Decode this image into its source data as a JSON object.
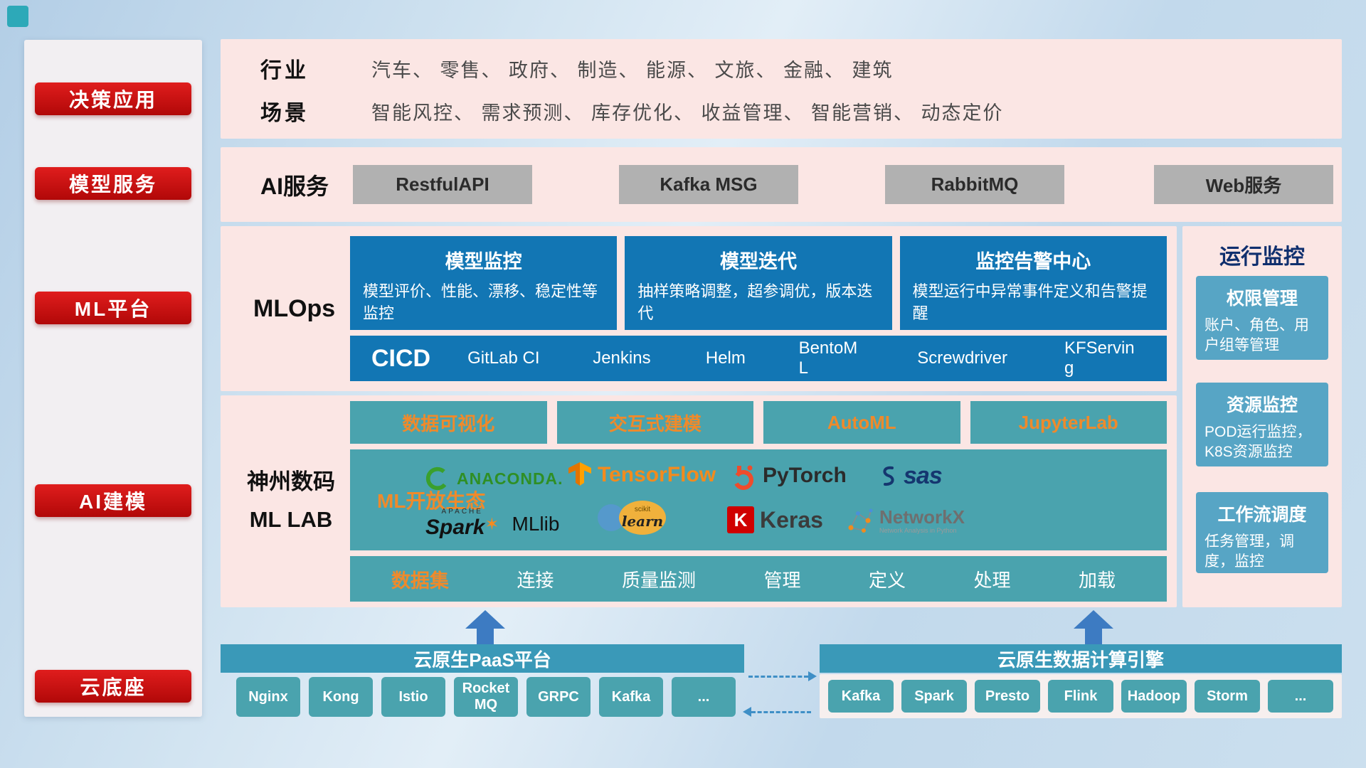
{
  "colors": {
    "accent_red": "#c01212",
    "panel_pink": "#fbe6e4",
    "deep_blue": "#1276b4",
    "teal": "#4aa3ae",
    "bar_teal": "#3a99b8",
    "monitor_card_blue": "#57a5c5",
    "orange_text": "#ef8a2b"
  },
  "sidebar": {
    "items": [
      {
        "label": "决策应用"
      },
      {
        "label": "模型服务"
      },
      {
        "label": "ML平台"
      },
      {
        "label": "AI建模"
      },
      {
        "label": "云底座"
      }
    ]
  },
  "industry": {
    "rows": [
      {
        "label": "行业",
        "value": "汽车、 零售、 政府、 制造、 能源、 文旅、 金融、 建筑"
      },
      {
        "label": "场景",
        "value": "智能风控、 需求预测、 库存优化、 收益管理、 智能营销、 动态定价"
      }
    ]
  },
  "ai_service": {
    "label": "AI服务",
    "buttons": [
      {
        "label": "RestfulAPI"
      },
      {
        "label": "Kafka MSG"
      },
      {
        "label": "RabbitMQ"
      },
      {
        "label": "Web服务"
      }
    ]
  },
  "mlops": {
    "label": "MLOps",
    "cards": [
      {
        "title": "模型监控",
        "desc": "模型评价、性能、漂移、稳定性等监控"
      },
      {
        "title": "模型迭代",
        "desc": "抽样策略调整，超参调优，版本迭代"
      },
      {
        "title": "监控告警中心",
        "desc": "模型运行中异常事件定义和告警提醒"
      }
    ],
    "cicd_label": "CICD",
    "cicd_items": [
      {
        "label": "GitLab CI"
      },
      {
        "label": "Jenkins"
      },
      {
        "label": "Helm"
      },
      {
        "label": "BentoML"
      },
      {
        "label": "Screwdriver"
      },
      {
        "label": "KFServing"
      }
    ]
  },
  "mllab": {
    "label_line1": "神州数码",
    "label_line2": "ML LAB",
    "tools": [
      {
        "label": "数据可视化"
      },
      {
        "label": "交互式建模"
      },
      {
        "label": "AutoML"
      },
      {
        "label": "JupyterLab"
      }
    ],
    "ecosystem_label": "ML开放生态",
    "logos": {
      "anaconda": "ANACONDA.",
      "tensorflow": "TensorFlow",
      "pytorch": "PyTorch",
      "sas": "sas",
      "spark_small": "APACHE",
      "spark": "Spark",
      "spark_star": "✶",
      "mllib": "MLlib",
      "scikit_small": "scikit",
      "scikit": "learn",
      "keras_letter": "K",
      "keras": "Keras",
      "networkx": "NetworkX",
      "networkx_sub": "Network Analysis in Python"
    },
    "dataset_label": "数据集",
    "dataset_items": [
      {
        "label": "连接"
      },
      {
        "label": "质量监测"
      },
      {
        "label": "管理"
      },
      {
        "label": "定义"
      },
      {
        "label": "处理"
      },
      {
        "label": "加载"
      }
    ]
  },
  "monitoring": {
    "title": "运行监控",
    "cards": [
      {
        "title": "权限管理",
        "desc": "账户、角色、用户组等管理"
      },
      {
        "title": "资源监控",
        "desc": "POD运行监控，K8S资源监控"
      },
      {
        "title": "工作流调度",
        "desc": "任务管理，调度，监控"
      }
    ]
  },
  "bottom": {
    "paas": {
      "title": "云原生PaaS平台",
      "items": [
        {
          "label": "Nginx"
        },
        {
          "label": "Kong"
        },
        {
          "label": "Istio"
        },
        {
          "label": "RocketMQ"
        },
        {
          "label": "GRPC"
        },
        {
          "label": "Kafka"
        },
        {
          "label": "..."
        }
      ]
    },
    "engine": {
      "title": "云原生数据计算引擎",
      "items": [
        {
          "label": "Kafka"
        },
        {
          "label": "Spark"
        },
        {
          "label": "Presto"
        },
        {
          "label": "Flink"
        },
        {
          "label": "Hadoop"
        },
        {
          "label": "Storm"
        },
        {
          "label": "..."
        }
      ]
    }
  }
}
